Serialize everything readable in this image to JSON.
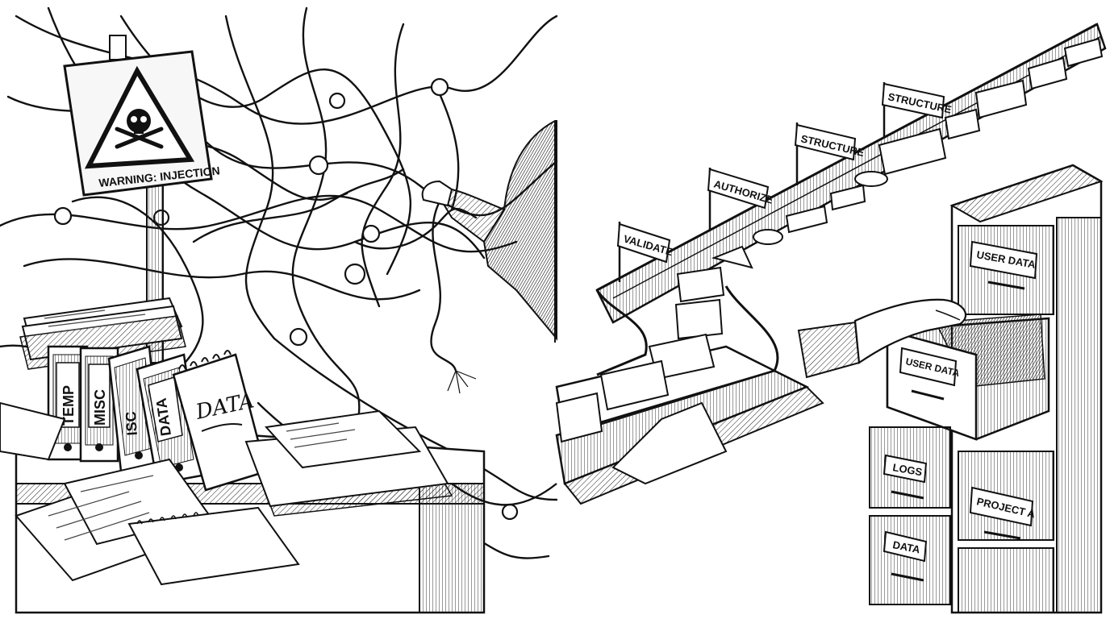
{
  "left_panel": {
    "warning_sign": {
      "icon": "skull-crossbones-icon",
      "text": "WARNING: INJECTION"
    },
    "binder_labels": [
      "TEMP",
      "MISC",
      "ISC",
      "DATA"
    ],
    "notebook_label": "DATA"
  },
  "right_panel": {
    "pipeline_flags": [
      "VALIDATE",
      "AUTHORIZE",
      "STRUCTURE",
      "STRUCTURE"
    ],
    "cabinet_labels": {
      "top_drawer": "USER DATA",
      "open_drawer": "USER DATA",
      "logs_drawer": "LOGS",
      "data_drawer": "DATA",
      "project_drawer": "PROJECT A"
    }
  },
  "colors": {
    "ink": "#111111",
    "paper": "#ffffff",
    "shade": "#cfcfcf"
  }
}
